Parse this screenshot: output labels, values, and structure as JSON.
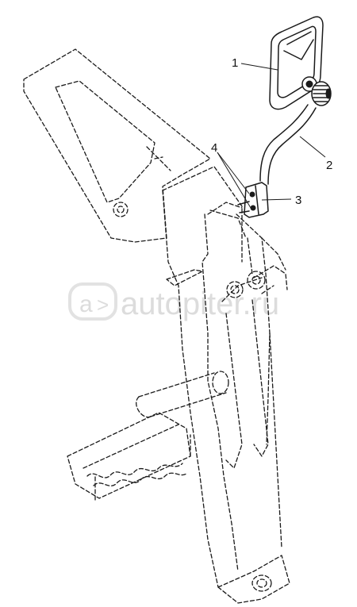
{
  "callouts": [
    {
      "id": "1",
      "label": "1"
    },
    {
      "id": "2",
      "label": "2"
    },
    {
      "id": "3",
      "label": "3"
    },
    {
      "id": "4",
      "label": "4"
    }
  ],
  "watermark": {
    "text": "autopiter.ru",
    "color": "#dcdcdc"
  },
  "colors": {
    "line": "#1a1a1a",
    "background": "#ffffff"
  }
}
